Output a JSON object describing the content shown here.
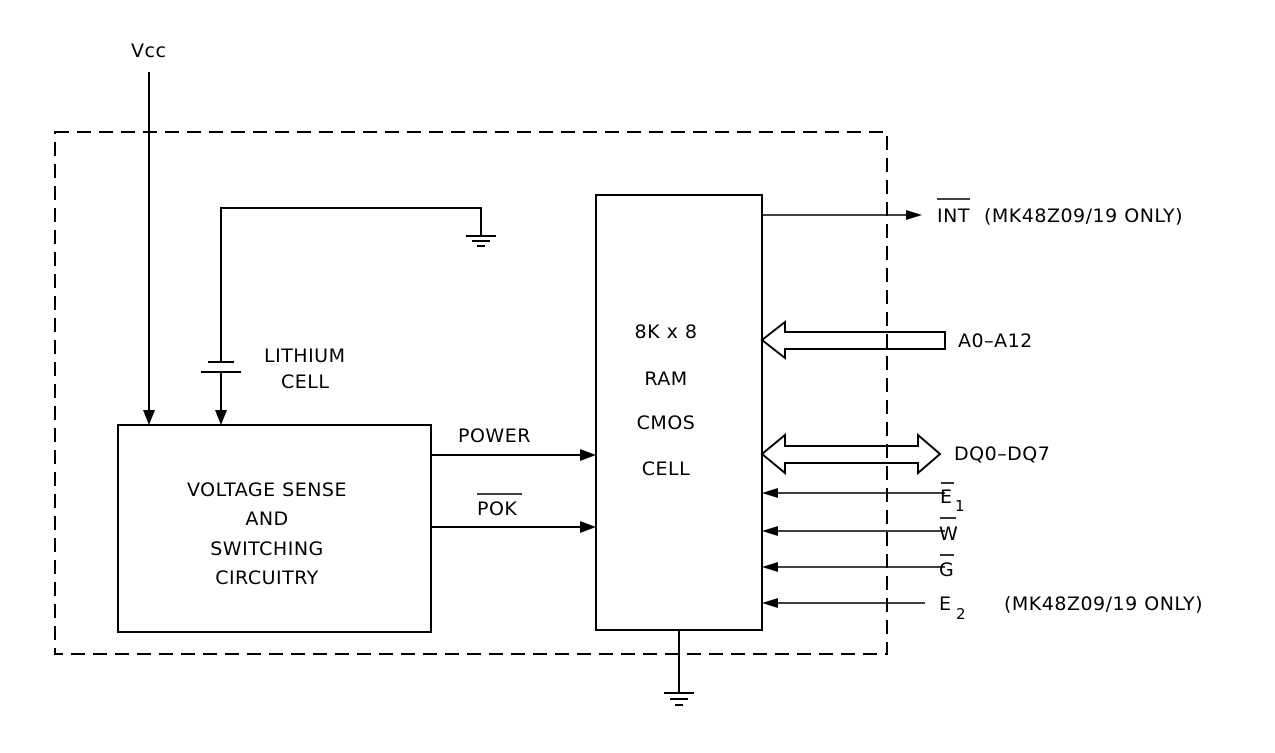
{
  "labels": {
    "vcc": "Vcc",
    "lithium": "LITHIUM",
    "cell": "CELL",
    "voltage_line1": "VOLTAGE SENSE",
    "voltage_line2": "AND",
    "voltage_line3": "SWITCHING",
    "voltage_line4": "CIRCUITRY",
    "power": "POWER",
    "pok": "POK",
    "ram_line1": "8K x 8",
    "ram_line2": "RAM",
    "ram_line3": "CMOS",
    "ram_line4": "CELL",
    "int": "INT",
    "int_note": "(MK48Z09/19 ONLY)",
    "address": "A0–A12",
    "data": "DQ0–DQ7",
    "e1_letter": "E",
    "e1_sub": "1",
    "w": "W",
    "g": "G",
    "e2_letter": "E",
    "e2_sub": "2",
    "e2_note": "(MK48Z09/19 ONLY)"
  }
}
